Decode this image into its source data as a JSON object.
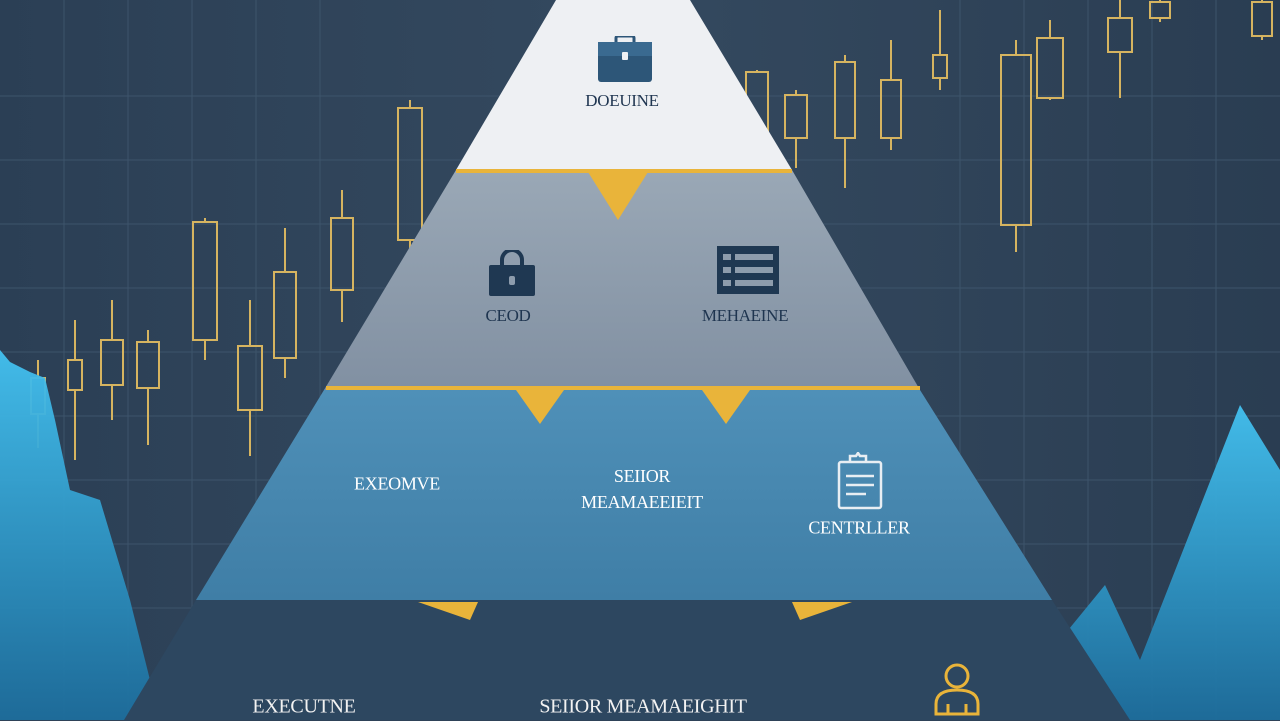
{
  "diagram": {
    "tier1": {
      "label": "DOEUINE",
      "icon": "briefcase-icon"
    },
    "tier2": [
      {
        "label": "CEOD",
        "icon": "lock-icon"
      },
      {
        "label": "MEHAEINE",
        "icon": "list-icon"
      }
    ],
    "tier3": [
      {
        "label": "EXEOMVE"
      },
      {
        "label": "SEIIOR\nMEAMAEEIEIT"
      },
      {
        "label": "CENTRLLER",
        "icon": "document-icon"
      }
    ],
    "tier4": [
      {
        "label": "EXECUTNE"
      },
      {
        "label": "SEIIOR MEAMAEIGHIT"
      },
      {
        "label": "",
        "icon": "person-icon"
      }
    ]
  },
  "colors": {
    "background": "#2e4258",
    "tier1": "#eef0f3",
    "tier2": "#8d9cac",
    "tier3": "#4a8bb1",
    "tier4": "#2d4760",
    "accent": "#e9b43a",
    "chart_line": "#d6b460",
    "mountain": "#35a6dc"
  }
}
